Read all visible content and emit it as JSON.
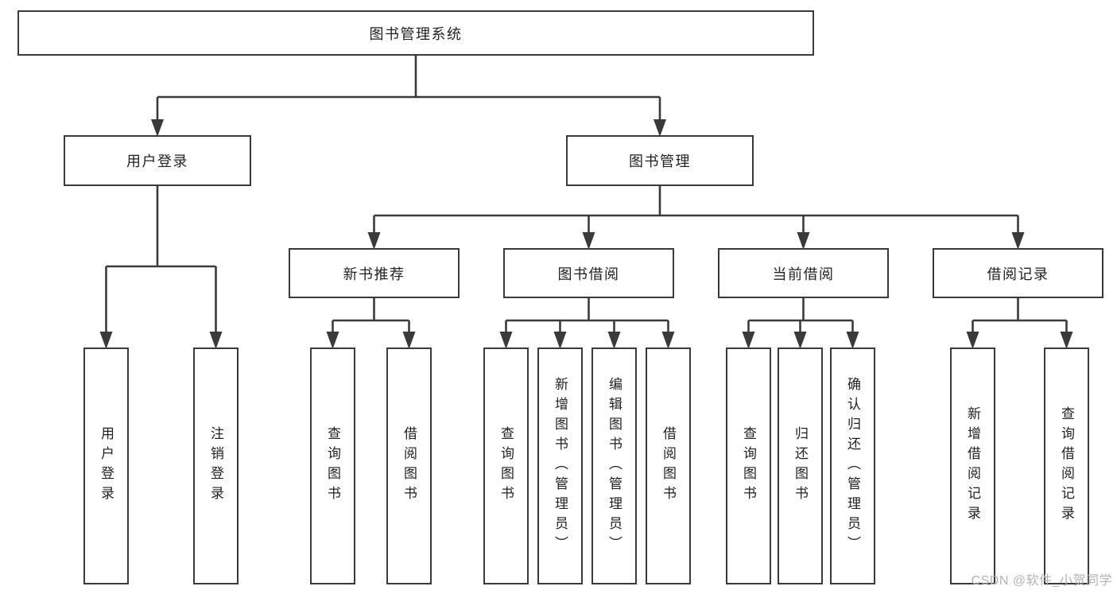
{
  "title": "图书管理系统",
  "watermark": "CSDN @软件_小贺同学",
  "colors": {
    "line": "#3a3a3a",
    "text": "#222222",
    "watermark": "#b3b3b3",
    "background": "#ffffff"
  },
  "nodes": [
    {
      "id": "root",
      "label": "图书管理系统",
      "orient": "horizontal"
    },
    {
      "id": "user-login",
      "label": "用户登录",
      "orient": "horizontal"
    },
    {
      "id": "book-mgmt",
      "label": "图书管理",
      "orient": "horizontal"
    },
    {
      "id": "new-book-rec",
      "label": "新书推荐",
      "orient": "horizontal"
    },
    {
      "id": "book-borrow",
      "label": "图书借阅",
      "orient": "horizontal"
    },
    {
      "id": "current-borrow",
      "label": "当前借阅",
      "orient": "horizontal"
    },
    {
      "id": "borrow-records",
      "label": "借阅记录",
      "orient": "horizontal"
    },
    {
      "id": "login",
      "label": "用户登录",
      "orient": "vertical"
    },
    {
      "id": "logout",
      "label": "注销登录",
      "orient": "vertical"
    },
    {
      "id": "rec-query-book",
      "label": "查询图书",
      "orient": "vertical"
    },
    {
      "id": "rec-borrow-book",
      "label": "借阅图书",
      "orient": "vertical"
    },
    {
      "id": "bb-query-book",
      "label": "查询图书",
      "orient": "vertical"
    },
    {
      "id": "bb-add-book",
      "label": "新增图书（管理员）",
      "orient": "vertical"
    },
    {
      "id": "bb-edit-book",
      "label": "编辑图书（管理员）",
      "orient": "vertical"
    },
    {
      "id": "bb-borrow-book",
      "label": "借阅图书",
      "orient": "vertical"
    },
    {
      "id": "cb-query-book",
      "label": "查询图书",
      "orient": "vertical"
    },
    {
      "id": "cb-return-book",
      "label": "归还图书",
      "orient": "vertical"
    },
    {
      "id": "cb-confirm-return",
      "label": "确认归还（管理员）",
      "orient": "vertical"
    },
    {
      "id": "br-add-record",
      "label": "新增借阅记录",
      "orient": "vertical"
    },
    {
      "id": "br-query-record",
      "label": "查询借阅记录",
      "orient": "vertical"
    }
  ],
  "edges": [
    {
      "from": "root",
      "to": [
        "user-login",
        "book-mgmt"
      ]
    },
    {
      "from": "user-login",
      "to": [
        "login",
        "logout"
      ]
    },
    {
      "from": "book-mgmt",
      "to": [
        "new-book-rec",
        "book-borrow",
        "current-borrow",
        "borrow-records"
      ]
    },
    {
      "from": "new-book-rec",
      "to": [
        "rec-query-book",
        "rec-borrow-book"
      ]
    },
    {
      "from": "book-borrow",
      "to": [
        "bb-query-book",
        "bb-add-book",
        "bb-edit-book",
        "bb-borrow-book"
      ]
    },
    {
      "from": "current-borrow",
      "to": [
        "cb-query-book",
        "cb-return-book",
        "cb-confirm-return"
      ]
    },
    {
      "from": "borrow-records",
      "to": [
        "br-add-record",
        "br-query-record"
      ]
    }
  ]
}
